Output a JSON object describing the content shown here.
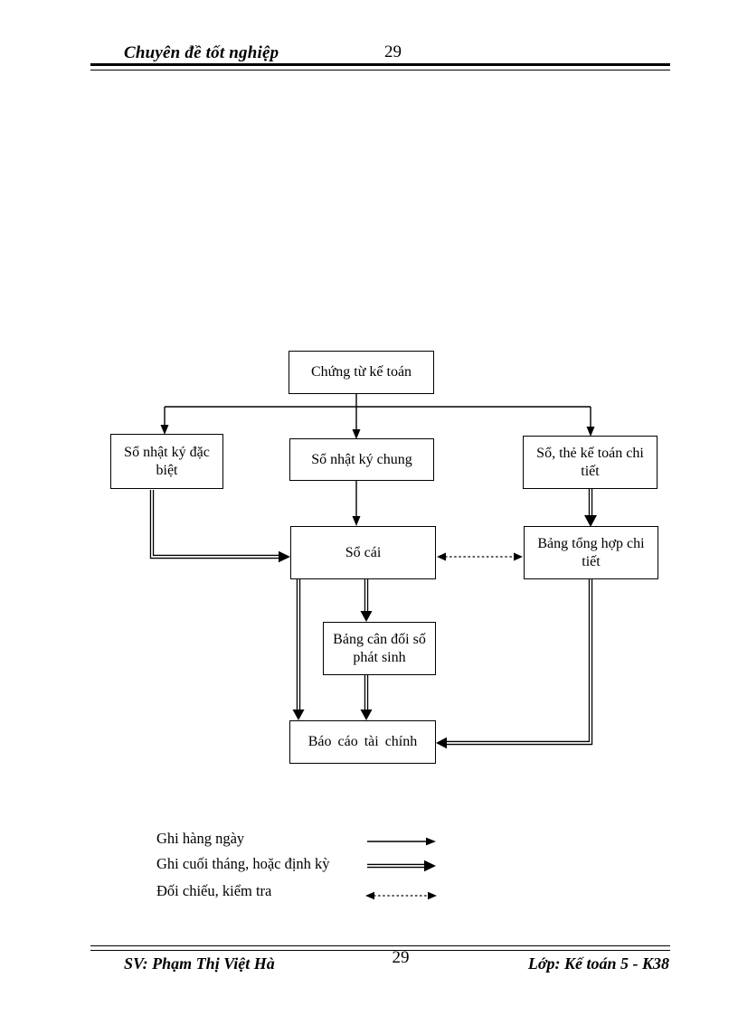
{
  "header": {
    "title": "Chuyên đề tốt nghiệp",
    "page_number": "29"
  },
  "footer": {
    "left": "SV: Phạm Thị Việt Hà",
    "page_number": "29",
    "right": "Lớp: Kế toán 5 - K38"
  },
  "diagram": {
    "boxes": [
      {
        "id": "chung-tu-ke-toan",
        "label": "Chứng từ kế toán"
      },
      {
        "id": "so-nhat-ky-dac-biet",
        "label": "Sổ nhật ký đặc biệt"
      },
      {
        "id": "so-nhat-ky-chung",
        "label": "Sổ nhật ký chung"
      },
      {
        "id": "so-the-ke-toan-chi-tiet",
        "label": "Sổ, thẻ kế toán chi tiết"
      },
      {
        "id": "so-cai",
        "label": "Sổ cái"
      },
      {
        "id": "bang-tong-hop-chi-tiet",
        "label": "Bảng tổng hợp chi tiết"
      },
      {
        "id": "bang-can-doi-so-phat-sinh",
        "label": "Bảng cân đối số phát sinh"
      },
      {
        "id": "bao-cao-tai-chinh",
        "label": "Báo cáo tài chính"
      }
    ],
    "legend": [
      {
        "label": "Ghi hàng ngày",
        "line_style": "solid-single-arrow"
      },
      {
        "label": "Ghi cuối tháng, hoặc định kỳ",
        "line_style": "solid-double-arrow"
      },
      {
        "label": "Đối chiếu, kiểm tra",
        "line_style": "dotted-double-headed-arrow"
      }
    ]
  },
  "colors": {
    "ink": "#000000",
    "paper": "#ffffff"
  }
}
